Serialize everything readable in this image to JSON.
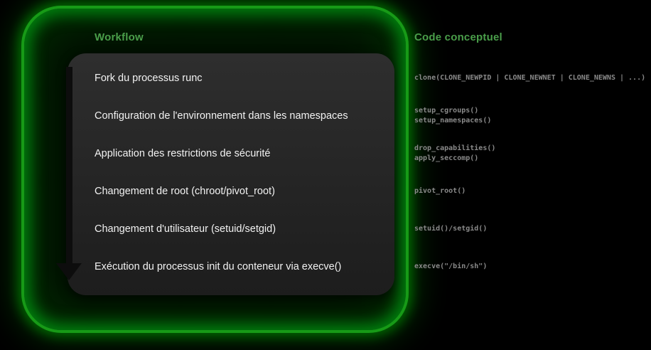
{
  "left_panel": {
    "title": "Workflow",
    "steps": [
      "Fork du processus runc",
      "Configuration de l'environnement dans les namespaces",
      "Application des restrictions de sécurité",
      "Changement de root (chroot/pivot_root)",
      "Changement d'utilisateur (setuid/setgid)",
      "Exécution du processus init du conteneur via execve()"
    ]
  },
  "right_panel": {
    "title": "Code conceptuel",
    "code_blocks": [
      {
        "lines": [
          "clone(CLONE_NEWPID | CLONE_NEWNET | CLONE_NEWNS | ...)"
        ]
      },
      {
        "lines": [
          "setup_cgroups()",
          "setup_namespaces()"
        ]
      },
      {
        "lines": [
          "drop_capabilities()",
          "apply_seccomp()"
        ]
      },
      {
        "lines": [
          "pivot_root()"
        ]
      },
      {
        "lines": [
          "setuid()/setgid()"
        ]
      },
      {
        "lines": [
          "execve(\"/bin/sh\")"
        ]
      }
    ]
  },
  "colors": {
    "background": "#000000",
    "accent_green": "#4a9e4a",
    "glow_green": "#00c400",
    "code_gray": "#8a8a8a",
    "panel_background": "#2e2e2e",
    "arrow_black": "#0d0d0d"
  }
}
